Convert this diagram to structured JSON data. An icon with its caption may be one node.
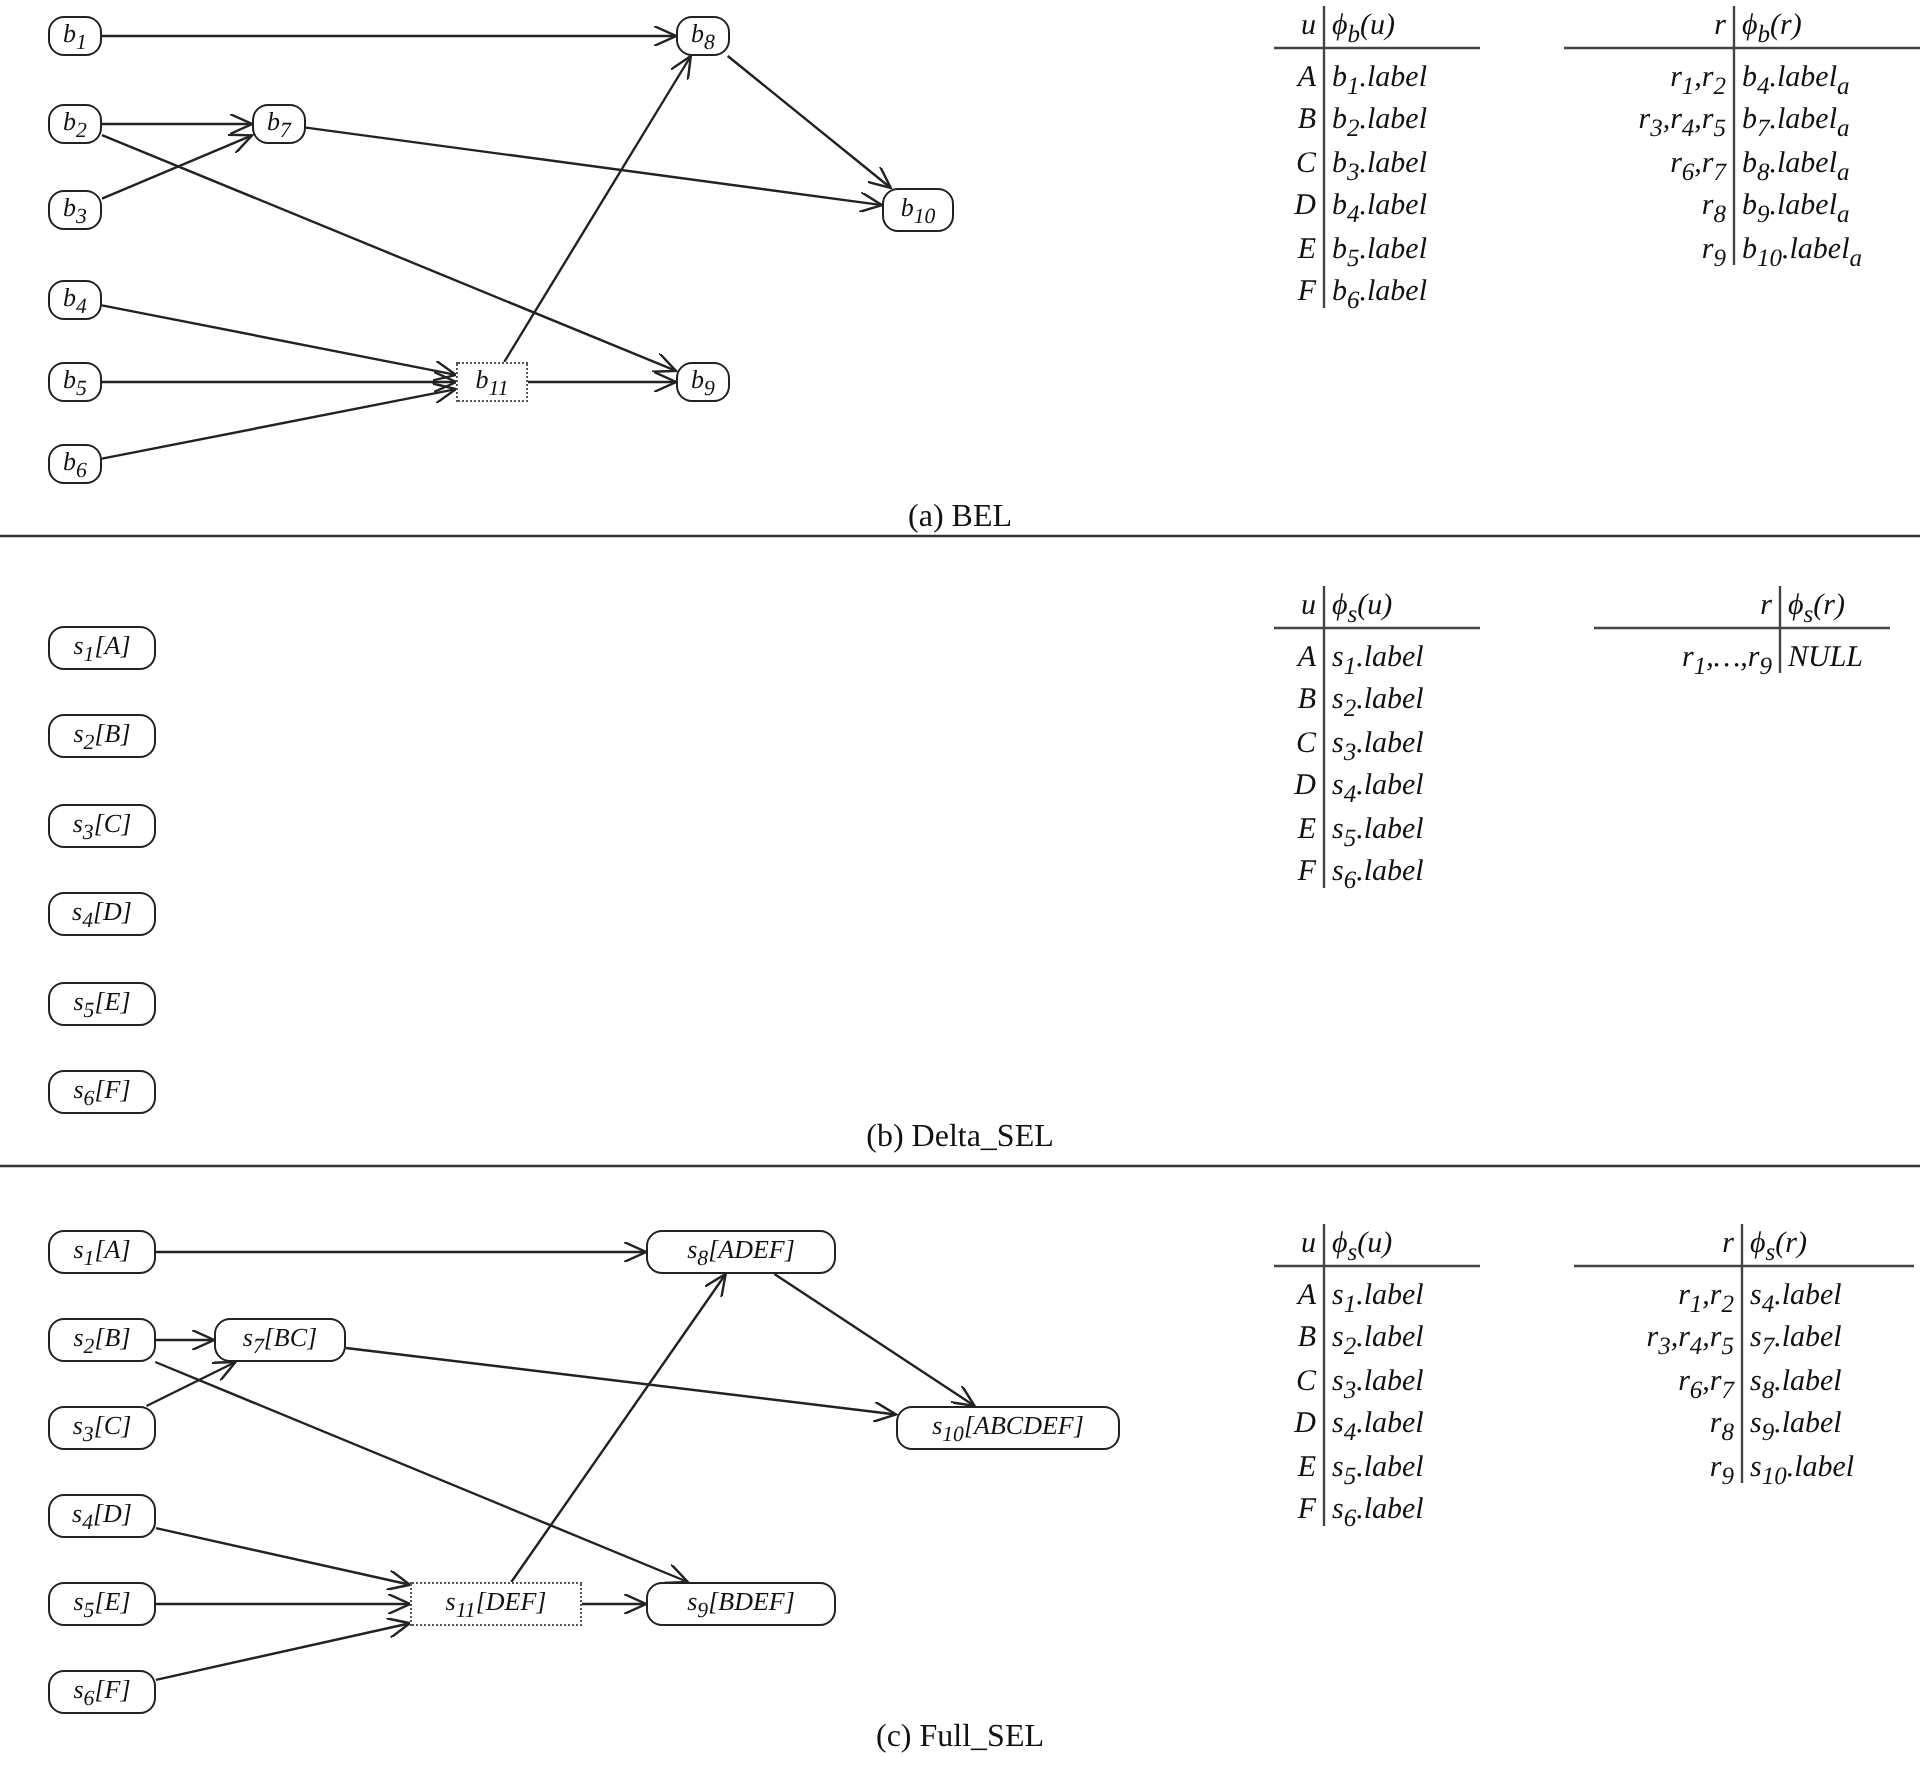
{
  "diagram": {
    "nodes": [
      {
        "text": [
          "b$_{1}$"
        ]
      },
      {
        "text": [
          "b$_{2}$"
        ]
      },
      {
        "text": [
          "b$_{3}$"
        ]
      },
      {
        "text": [
          "b$_{4}$"
        ]
      },
      {
        "text": [
          "b$_{5}$"
        ]
      },
      {
        "text": [
          "b$_{6}$"
        ]
      },
      {
        "text": [
          "b$_{7}$"
        ]
      },
      {
        "text": [
          "b$_{8}$"
        ]
      },
      {
        "text": [
          "b$_{9}$"
        ]
      },
      {
        "text": [
          "b$_{10}$"
        ]
      },
      {
        "text": [
          "b$_{11}$"
        ]
      },
      {
        "text": [
          "s$_{1}$[A]"
        ]
      },
      {
        "text": [
          "s$_{2}$[B]"
        ]
      },
      {
        "text": [
          "s$_{3}$[C]"
        ]
      },
      {
        "text": [
          "s$_{4}$[D]"
        ]
      },
      {
        "text": [
          "s$_{5}$[E]"
        ]
      },
      {
        "text": [
          "s$_{6}$[F]"
        ]
      },
      {
        "text": [
          "s$_{1}$[A]"
        ]
      },
      {
        "text": [
          "s$_{2}$[B]"
        ]
      },
      {
        "text": [
          "s$_{3}$[C]"
        ]
      },
      {
        "text": [
          "s$_{4}$[D]"
        ]
      },
      {
        "text": [
          "s$_{5}$[E]"
        ]
      },
      {
        "text": [
          "s$_{6}$[F]"
        ]
      },
      {
        "text": [
          "s$_{7}$[BC]"
        ]
      },
      {
        "text": [
          "s$_{8}$[ADEF]"
        ]
      },
      {
        "text": [
          "s$_{9}$[BDEF]"
        ]
      },
      {
        "text": [
          "s$_{10}$[ABCDEF]"
        ]
      },
      {
        "text": [
          "s$_{11}$[DEF]"
        ]
      }
    ],
    "edges": [
      {
        "from": 0,
        "to": 7,
        "arrow": "to"
      },
      {
        "from": 1,
        "to": 6,
        "arrow": "to"
      },
      {
        "from": 2,
        "to": 6,
        "arrow": "to"
      },
      {
        "from": 1,
        "to": 8,
        "arrow": "to"
      },
      {
        "from": 6,
        "to": 9,
        "arrow": "to"
      },
      {
        "from": 7,
        "to": 9,
        "arrow": "to"
      },
      {
        "from": 3,
        "to": 10,
        "arrow": "to"
      },
      {
        "from": 4,
        "to": 10,
        "arrow": "to"
      },
      {
        "from": 5,
        "to": 10,
        "arrow": "to"
      },
      {
        "from": 10,
        "to": 7,
        "arrow": "to"
      },
      {
        "from": 10,
        "to": 8,
        "arrow": "to"
      },
      {
        "from": 17,
        "to": 24,
        "arrow": "to"
      },
      {
        "from": 18,
        "to": 23,
        "arrow": "to"
      },
      {
        "from": 19,
        "to": 23,
        "arrow": "to"
      },
      {
        "from": 18,
        "to": 25,
        "arrow": "to"
      },
      {
        "from": 23,
        "to": 26,
        "arrow": "to"
      },
      {
        "from": 24,
        "to": 26,
        "arrow": "to"
      },
      {
        "from": 20,
        "to": 27,
        "arrow": "to"
      },
      {
        "from": 21,
        "to": 27,
        "arrow": "to"
      },
      {
        "from": 22,
        "to": 27,
        "arrow": "to"
      },
      {
        "from": 27,
        "to": 24,
        "arrow": "to"
      },
      {
        "from": 27,
        "to": 25,
        "arrow": "to"
      }
    ],
    "labels": [
      "u",
      "ϕ$_{b}$(u)",
      "A",
      "b$_{1}$.label",
      "B",
      "b$_{2}$.label",
      "C",
      "b$_{3}$.label",
      "D",
      "b$_{4}$.label",
      "E",
      "b$_{5}$.label",
      "F",
      "b$_{6}$.label",
      "r",
      "ϕ$_{b}$(r)",
      "r$_{1}$,r$_{2}$",
      "b$_{4}$.label$_{a}$",
      "r$_{3}$,r$_{4}$,r$_{5}$",
      "b$_{7}$.label$_{a}$",
      "r$_{6}$,r$_{7}$",
      "b$_{8}$.label$_{a}$",
      "r$_{8}$",
      "b$_{9}$.label$_{a}$",
      "r$_{9}$",
      "b$_{10}$.label$_{a}$",
      "(a) BEL",
      "u",
      "ϕ$_{s}$(u)",
      "A",
      "s$_{1}$.label",
      "B",
      "s$_{2}$.label",
      "C",
      "s$_{3}$.label",
      "D",
      "s$_{4}$.label",
      "E",
      "s$_{5}$.label",
      "F",
      "s$_{6}$.label",
      "r",
      "ϕ$_{s}$(r)",
      "r$_{1}$,…,r$_{9}$",
      "NULL",
      "(b) Delta_SEL",
      "u",
      "ϕ$_{s}$(u)",
      "A",
      "s$_{1}$.label",
      "B",
      "s$_{2}$.label",
      "C",
      "s$_{3}$.label",
      "D",
      "s$_{4}$.label",
      "E",
      "s$_{5}$.label",
      "F",
      "s$_{6}$.label",
      "r",
      "ϕ$_{s}$(r)",
      "r$_{1}$,r$_{2}$",
      "s$_{4}$.label",
      "r$_{3}$,r$_{4}$,r$_{5}$",
      "s$_{7}$.label",
      "r$_{6}$,r$_{7}$",
      "s$_{8}$.label",
      "r$_{8}$",
      "s$_{9}$.label",
      "r$_{9}$",
      "s$_{10}$.label",
      "(c) Full_SEL"
    ]
  }
}
